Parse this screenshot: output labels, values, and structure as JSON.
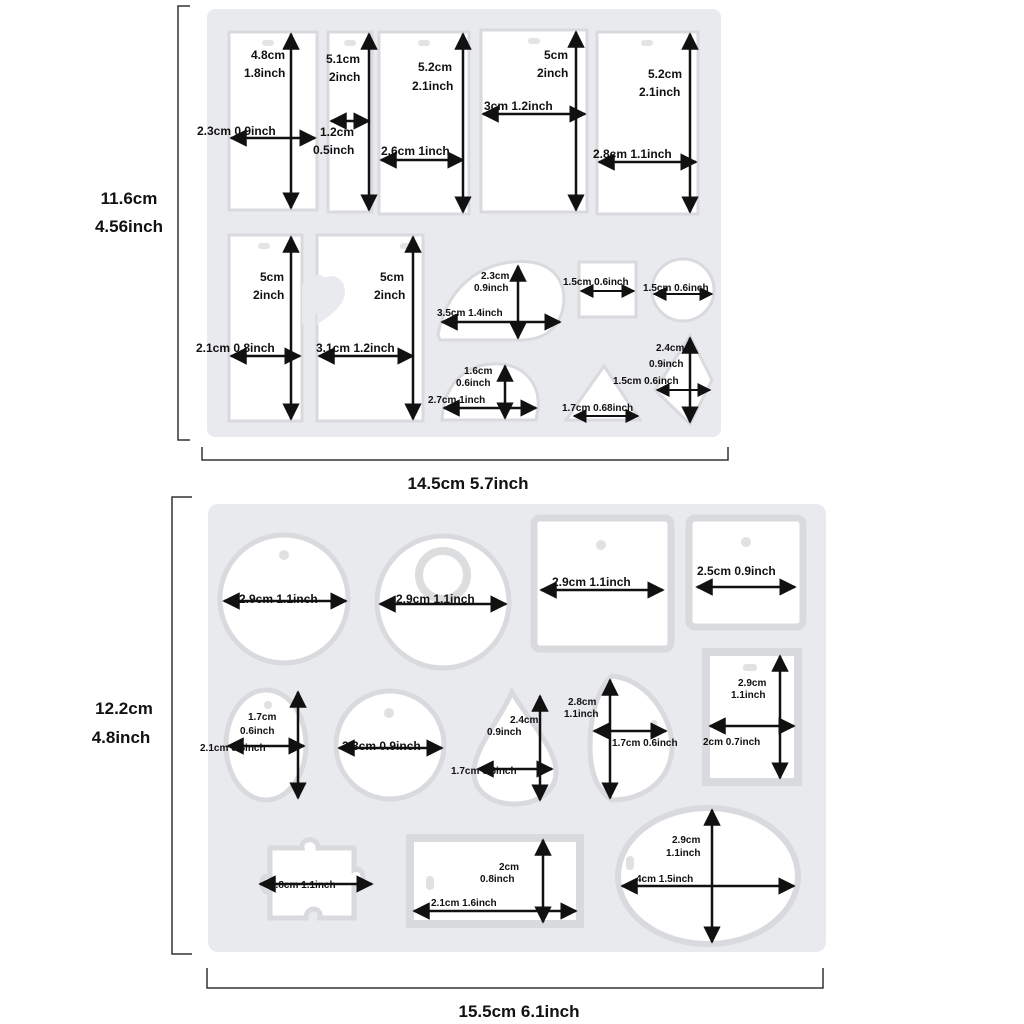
{
  "mold_top": {
    "height_cm": "11.6cm",
    "height_inch": "4.56inch",
    "width_label": "14.5cm 5.7inch",
    "labels": {
      "r1_h_cm": "4.8cm",
      "r1_h_in": "1.8inch",
      "r1_w": "2.3cm 0.9inch",
      "r2_h_cm": "5.1cm",
      "r2_h_in": "2inch",
      "r2_w_cm": "1.2cm",
      "r2_w_in": "0.5inch",
      "r3_h_cm": "5.2cm",
      "r3_h_in": "2.1inch",
      "r3_w": "2.6cm 1inch",
      "r4_h_cm": "5cm",
      "r4_h_in": "2inch",
      "r4_w": "3cm 1.2inch",
      "r5_h_cm": "5.2cm",
      "r5_h_in": "2.1inch",
      "r5_w": "2.8cm 1.1inch",
      "b1_h_cm": "5cm",
      "b1_h_in": "2inch",
      "b1_w": "2.1cm 0.8inch",
      "b2_h_cm": "5cm",
      "b2_h_in": "2inch",
      "b2_w": "3.1cm 1.2inch",
      "arch_h_cm": "2.3cm",
      "arch_h_in": "0.9inch",
      "arch_w": "3.5cm 1.4inch",
      "sq": "1.5cm 0.6inch",
      "circ": "1.5cm 0.6inch",
      "dome_h_cm": "1.6cm",
      "dome_h_in": "0.6inch",
      "dome_w": "2.7cm 1inch",
      "tri": "1.7cm 0.68inch",
      "dia_h_cm": "2.4cm",
      "dia_h_in": "0.9inch",
      "dia_w": "1.5cm 0.6inch"
    }
  },
  "mold_bottom": {
    "height_cm": "12.2cm",
    "height_inch": "4.8inch",
    "width_label": "15.5cm 6.1inch",
    "labels": {
      "c1": "2.9cm 1.1inch",
      "c2": "2.9cm 1.1inch",
      "sq1": "2.9cm 1.1inch",
      "sq2": "2.5cm 0.9inch",
      "ov_h_cm": "1.7cm",
      "ov_h_in": "0.6inch",
      "ov_w": "2.1cm 0.8inch",
      "c3": "2.3cm 0.9inch",
      "drop_h_cm": "2.4cm",
      "drop_h_in": "0.9inch",
      "drop_w": "1.7cm 0.6inch",
      "half_h_cm": "2.8cm",
      "half_h_in": "1.1inch",
      "half_w": "1.7cm 0.6inch",
      "rect_h_cm": "2.9cm",
      "rect_h_in": "1.1inch",
      "rect_w": "2cm 0.7inch",
      "puzzle": "2.8cm 1.1inch",
      "tag_h_cm": "2cm",
      "tag_h_in": "0.8inch",
      "tag_w": "2.1cm 1.6inch",
      "el_h_cm": "2.9cm",
      "el_h_in": "1.1inch",
      "el_w": "4cm 1.5inch"
    }
  },
  "colors": {
    "mold": "#e9eaed",
    "cavity": "#ffffff",
    "rim": "#d8dadd",
    "ink": "#111111"
  }
}
